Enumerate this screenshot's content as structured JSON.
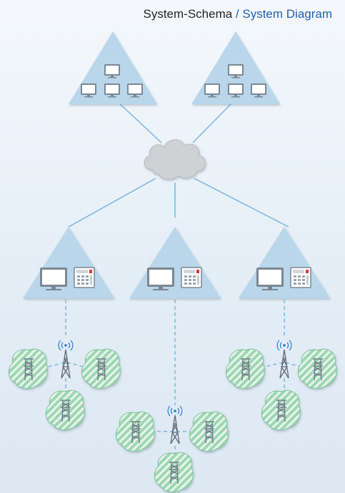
{
  "title": {
    "primary": "System-Schema",
    "separator": " / ",
    "secondary": "System Diagram"
  },
  "colors": {
    "background": "#e8f0f8",
    "triangle_fill": "#b9d6ea",
    "link": "#7db5dc",
    "cloud": "#cfd2d5",
    "sensor_fill": "#9ed6b2",
    "sensor_stripe": "#ffffff",
    "title_accent": "#1f5fa8"
  },
  "nodes": {
    "top_sites": [
      {
        "id": "control-center-left",
        "icon": "monitor-group-icon"
      },
      {
        "id": "control-center-right",
        "icon": "monitor-group-icon"
      }
    ],
    "network": {
      "id": "network-cloud",
      "icon": "cloud-icon"
    },
    "stations": [
      {
        "id": "station-left",
        "icon": "monitor-and-controller-icon",
        "link": "dashed"
      },
      {
        "id": "station-center",
        "icon": "monitor-and-controller-icon",
        "link": "dashed"
      },
      {
        "id": "station-right",
        "icon": "monitor-and-controller-icon",
        "link": "dashed"
      }
    ],
    "field_clusters": [
      {
        "id": "cluster-left",
        "antenna": "radio-tower-icon",
        "sensors": 3
      },
      {
        "id": "cluster-center",
        "antenna": "radio-tower-icon",
        "sensors": 3
      },
      {
        "id": "cluster-right",
        "antenna": "radio-tower-icon",
        "sensors": 3
      }
    ]
  }
}
